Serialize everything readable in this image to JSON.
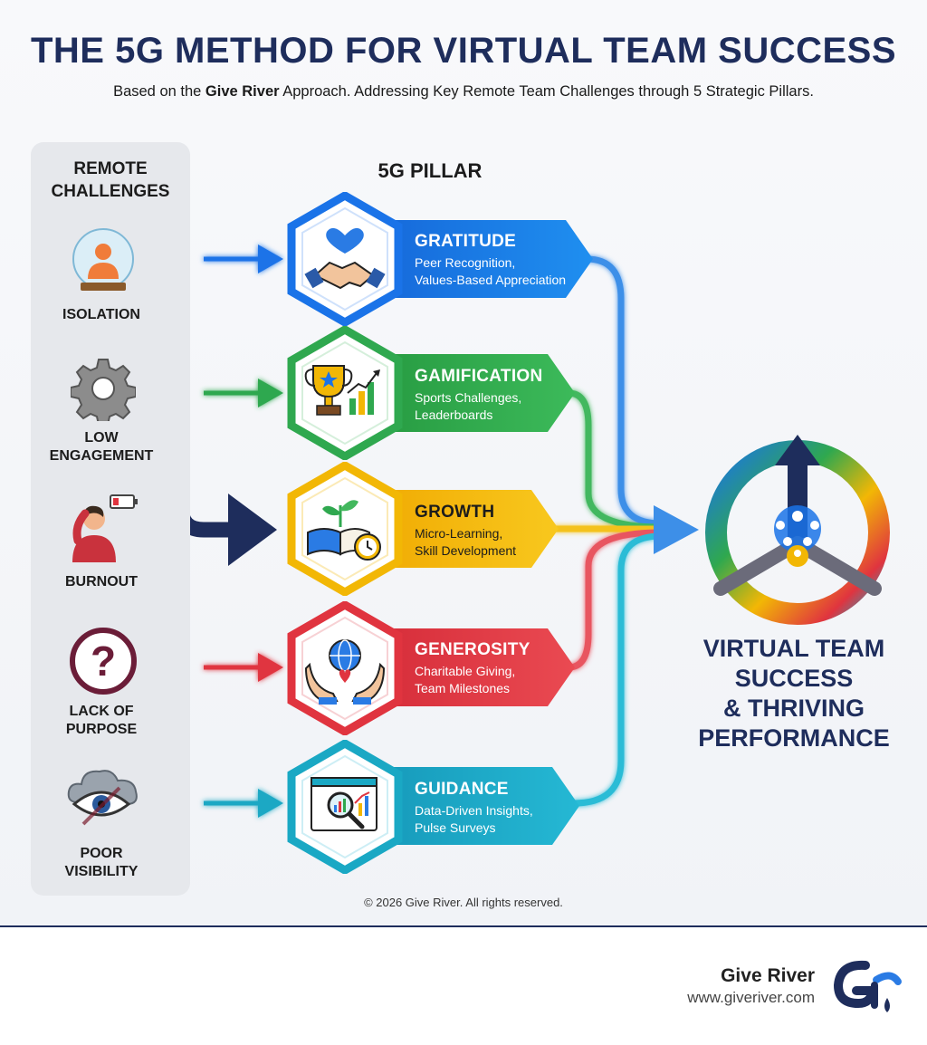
{
  "header": {
    "title": "THE 5G METHOD FOR VIRTUAL TEAM SUCCESS",
    "subtitle_pre": "Based on the ",
    "subtitle_brand": "Give River",
    "subtitle_post": " Approach. Addressing Key Remote Team Challenges through 5 Strategic Pillars."
  },
  "challenges": {
    "title_line1": "REMOTE",
    "title_line2": "CHALLENGES",
    "items": [
      {
        "line1": "ISOLATION",
        "line2": "",
        "icon": "person-in-bubble-icon"
      },
      {
        "line1": "LOW",
        "line2": "ENGAGEMENT",
        "icon": "gear-icon"
      },
      {
        "line1": "BURNOUT",
        "line2": "",
        "icon": "stressed-person-low-battery-icon"
      },
      {
        "line1": "LACK OF",
        "line2": "PURPOSE",
        "icon": "question-mark-icon"
      },
      {
        "line1": "POOR",
        "line2": "VISIBILITY",
        "icon": "cloud-eye-icon"
      }
    ]
  },
  "pillars": {
    "heading": "5G PILLAR",
    "items": [
      {
        "name": "GRATITUDE",
        "desc1": "Peer Recognition,",
        "desc2": "Values-Based Appreciation",
        "color": "#1a73e8",
        "icon": "heart-handshake-icon"
      },
      {
        "name": "GAMIFICATION",
        "desc1": "Sports Challenges,",
        "desc2": "Leaderboards",
        "color": "#2fa84f",
        "icon": "trophy-chart-icon"
      },
      {
        "name": "GROWTH",
        "desc1": "Micro-Learning,",
        "desc2": "Skill Development",
        "color": "#f2b705",
        "icon": "book-plant-clock-icon"
      },
      {
        "name": "GENEROSITY",
        "desc1": "Charitable Giving,",
        "desc2": "Team Milestones",
        "color": "#e0343f",
        "icon": "hands-globe-icon"
      },
      {
        "name": "GUIDANCE",
        "desc1": "Data-Driven Insights,",
        "desc2": "Pulse Surveys",
        "color": "#1aa8c4",
        "icon": "analytics-magnifier-icon"
      }
    ]
  },
  "result": {
    "line1": "VIRTUAL TEAM",
    "line2": "SUCCESS",
    "line3": "& THRIVING",
    "line4": "PERFORMANCE",
    "icon": "team-growth-circle-icon"
  },
  "footer": {
    "copyright": "© 2026 Give River. All rights reserved.",
    "brand_name": "Give River",
    "brand_url": "www.giveriver.com",
    "logo_icon": "give-river-logo-icon"
  },
  "colors": {
    "navy": "#1e2d5c",
    "blue": "#1a73e8",
    "green": "#2fa84f",
    "yellow": "#f2b705",
    "red": "#e0343f",
    "teal": "#1aa8c4"
  }
}
